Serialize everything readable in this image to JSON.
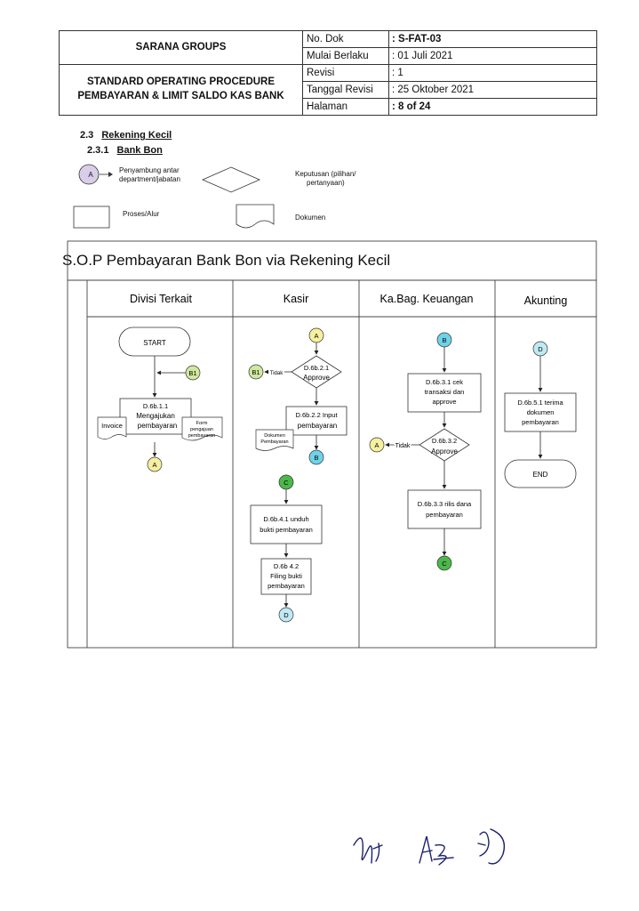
{
  "header": {
    "company": "SARANA GROUPS",
    "title_line1": "STANDARD OPERATING PROCEDURE",
    "title_line2": "PEMBAYARAN & LIMIT SALDO KAS BANK",
    "rows": [
      {
        "label": "No. Dok",
        "value": ": S-FAT-03"
      },
      {
        "label": "Mulai Berlaku",
        "value": ": 01 Juli 2021"
      },
      {
        "label": "Revisi",
        "value": ": 1"
      },
      {
        "label": "Tanggal Revisi",
        "value": ": 25 Oktober 2021"
      },
      {
        "label": "Halaman",
        "value": ": 8 of 24"
      }
    ]
  },
  "section": {
    "num": "2.3",
    "title": "Rekening Kecil",
    "sub_num": "2.3.1",
    "sub_title": "Bank Bon"
  },
  "legend": {
    "connector_letter": "A",
    "connector_line1": "Penyambung antar",
    "connector_line2": "department/jabatan",
    "decision_line1": "Keputusan (pilihan/",
    "decision_line2": "pertanyaan)",
    "process": "Proses/Alur",
    "document": "Dokumen"
  },
  "flow": {
    "title": "S.O.P Pembayaran Bank Bon via Rekening Kecil",
    "lanes": [
      "Divisi Terkait",
      "Kasir",
      "Ka.Bag. Keuangan",
      "Akunting"
    ],
    "start": "START",
    "end": "END",
    "connectors": {
      "A": "A",
      "B": "B",
      "B1": "B1",
      "C": "C",
      "D": "D"
    },
    "no_label": "Tidak",
    "steps": {
      "s1_1": [
        "D.6b.1.1",
        "Mengajukan",
        "pembayaran"
      ],
      "invoice": "Invoice",
      "form": [
        "Form",
        "pengajuan",
        "pembayaran"
      ],
      "s2_1": [
        "D.6b.2.1",
        "Approve"
      ],
      "s2_2": [
        "D.6b.2.2 Input",
        "pembayaran"
      ],
      "dok_bayar": [
        "Dokumen",
        "Pembayaran"
      ],
      "s4_1": [
        "D.6b.4.1 unduh",
        "bukti pembayaran"
      ],
      "s4_2": [
        "D.6b 4.2",
        "Filing bukti",
        "pembayaran"
      ],
      "s3_1": [
        "D.6b.3.1 cek",
        "transaksi dan",
        "approve"
      ],
      "s3_2": [
        "D.6b.3.2",
        "Approve"
      ],
      "s3_3": [
        "D.6b.3.3 rilis dana",
        "pembayaran"
      ],
      "s5_1": [
        "D.6b.5.1 terima",
        "dokumen",
        "pembayaran"
      ]
    }
  },
  "colors": {
    "yellow": "#f4f0a0",
    "green_light": "#cfe8a0",
    "cyan": "#6fd3e8",
    "cyan_light": "#bfe9f3",
    "green": "#4cb84a",
    "legend_circle": "#d9cde8"
  }
}
